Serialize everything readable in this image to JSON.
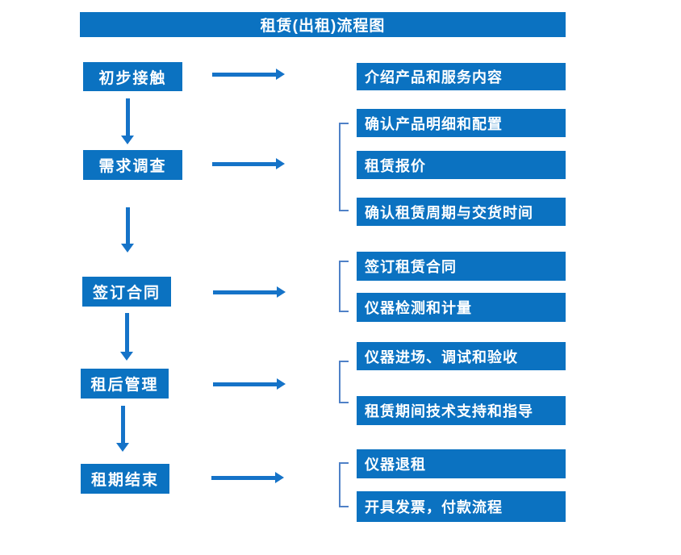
{
  "title": "租赁(出租)流程图",
  "steps": [
    {
      "label": "初步接触",
      "details": [
        "介绍产品和服务内容"
      ]
    },
    {
      "label": "需求调查",
      "details": [
        "确认产品明细和配置",
        "租赁报价",
        "确认租赁周期与交货时间"
      ]
    },
    {
      "label": "签订合同",
      "details": [
        "签订租赁合同",
        "仪器检测和计量"
      ]
    },
    {
      "label": "租后管理",
      "details": [
        "仪器进场、调试和验收",
        "租赁期间技术支持和指导"
      ]
    },
    {
      "label": "租期结束",
      "details": [
        "仪器退租",
        "开具发票，付款流程"
      ]
    }
  ],
  "colors": {
    "box_blue": "#0b72c1",
    "arrow_blue": "#1573c8",
    "bracket_blue": "#4f81c7",
    "text_white": "#ffffff"
  }
}
